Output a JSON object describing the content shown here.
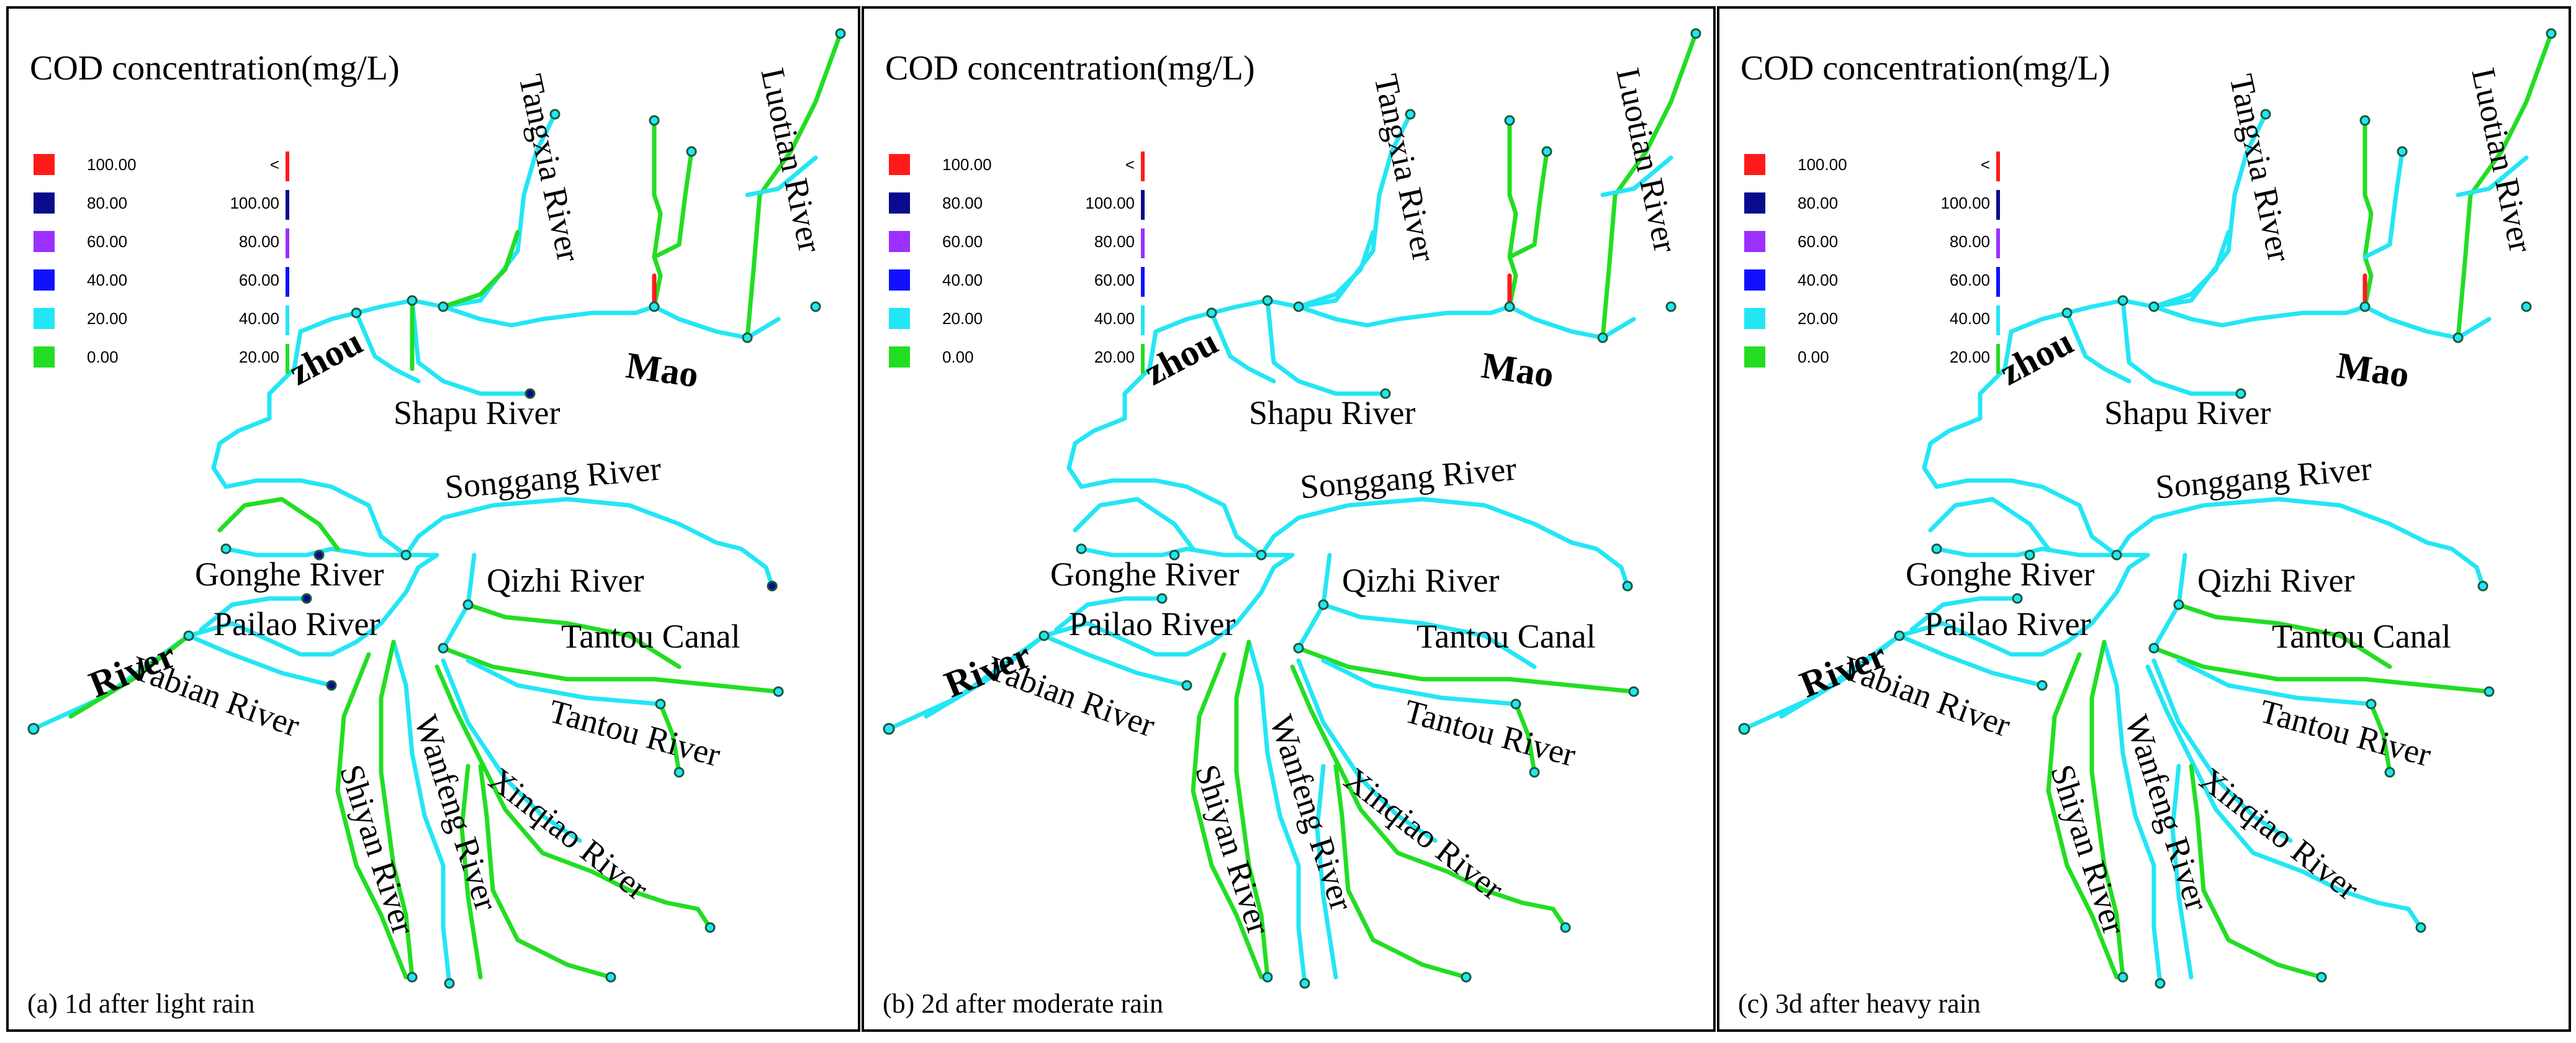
{
  "legend": {
    "title": "COD concentration(mg/L)",
    "rows": [
      {
        "lo": "100.00",
        "hi": "<",
        "color": "#ff1a1a"
      },
      {
        "lo": "80.00",
        "hi": "100.00",
        "color": "#0a0a8c"
      },
      {
        "lo": "60.00",
        "hi": "80.00",
        "color": "#9b30ff"
      },
      {
        "lo": "40.00",
        "hi": "60.00",
        "color": "#1010ff"
      },
      {
        "lo": "20.00",
        "hi": "40.00",
        "color": "#23e6f5"
      },
      {
        "lo": "0.00",
        "hi": "20.00",
        "color": "#23dd23"
      }
    ]
  },
  "map_labels": {
    "zhou": "zhou",
    "mao": "Mao",
    "river": "River",
    "tangxia": "Tangxia River",
    "luotian": "Luotian River",
    "shapu": "Shapu River",
    "songgang": "Songgang River",
    "gonghe": "Gonghe River",
    "qizhi": "Qizhi River",
    "pailao": "Pailao River",
    "tantou_canal": "Tantou Canal",
    "yabian": "Yabian River",
    "tantou_river": "Tantou River",
    "xinqiao": "Xinqiao River",
    "wanfeng": "Wanfeng River",
    "shiyan": "Shiyan River"
  },
  "panels": [
    {
      "caption": "(a) 1d after light rain"
    },
    {
      "caption": "(b) 2d after moderate rain"
    },
    {
      "caption": "(c) 3d after heavy rain"
    }
  ]
}
